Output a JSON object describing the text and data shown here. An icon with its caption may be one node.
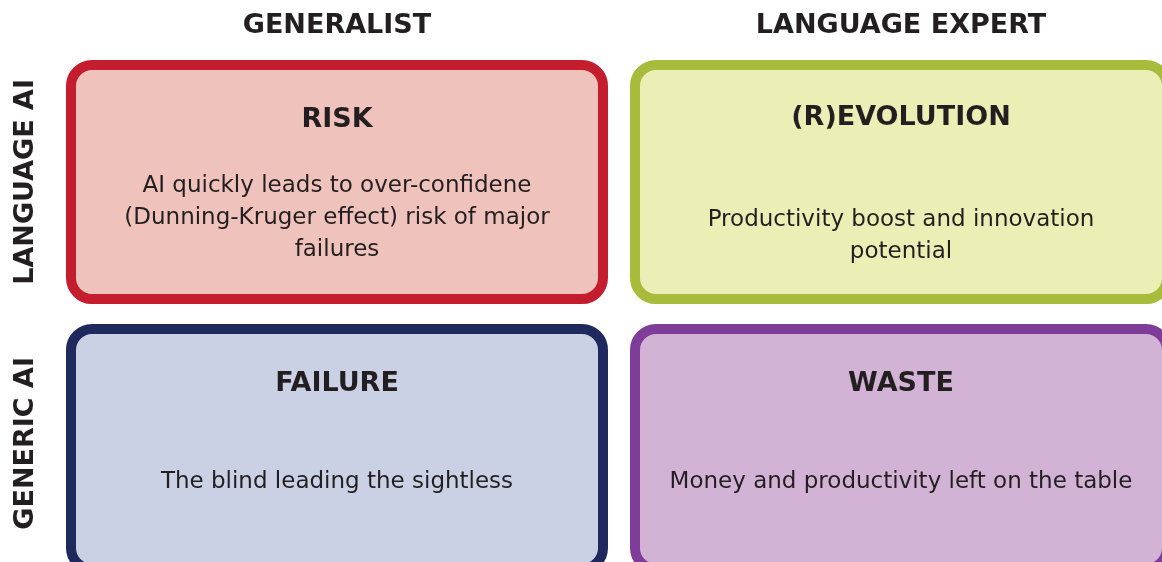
{
  "diagram": {
    "nodes": [
      {
        "text": [
          "RISK",
          "AI quickly leads to over-confidene (Dunning-Kruger effect) risk of major failures"
        ]
      },
      {
        "text": [
          "(R)EVOLUTION",
          "Productivity boost and innovation potential"
        ]
      },
      {
        "text": [
          "FAILURE",
          "The blind leading the sightless"
        ]
      },
      {
        "text": [
          "WASTE",
          "Money and productivity left on the table"
        ]
      }
    ],
    "labels": [
      "GENERALIST",
      "LANGUAGE EXPERT",
      "LANGUAGE AI",
      "GENERIC AI"
    ]
  }
}
